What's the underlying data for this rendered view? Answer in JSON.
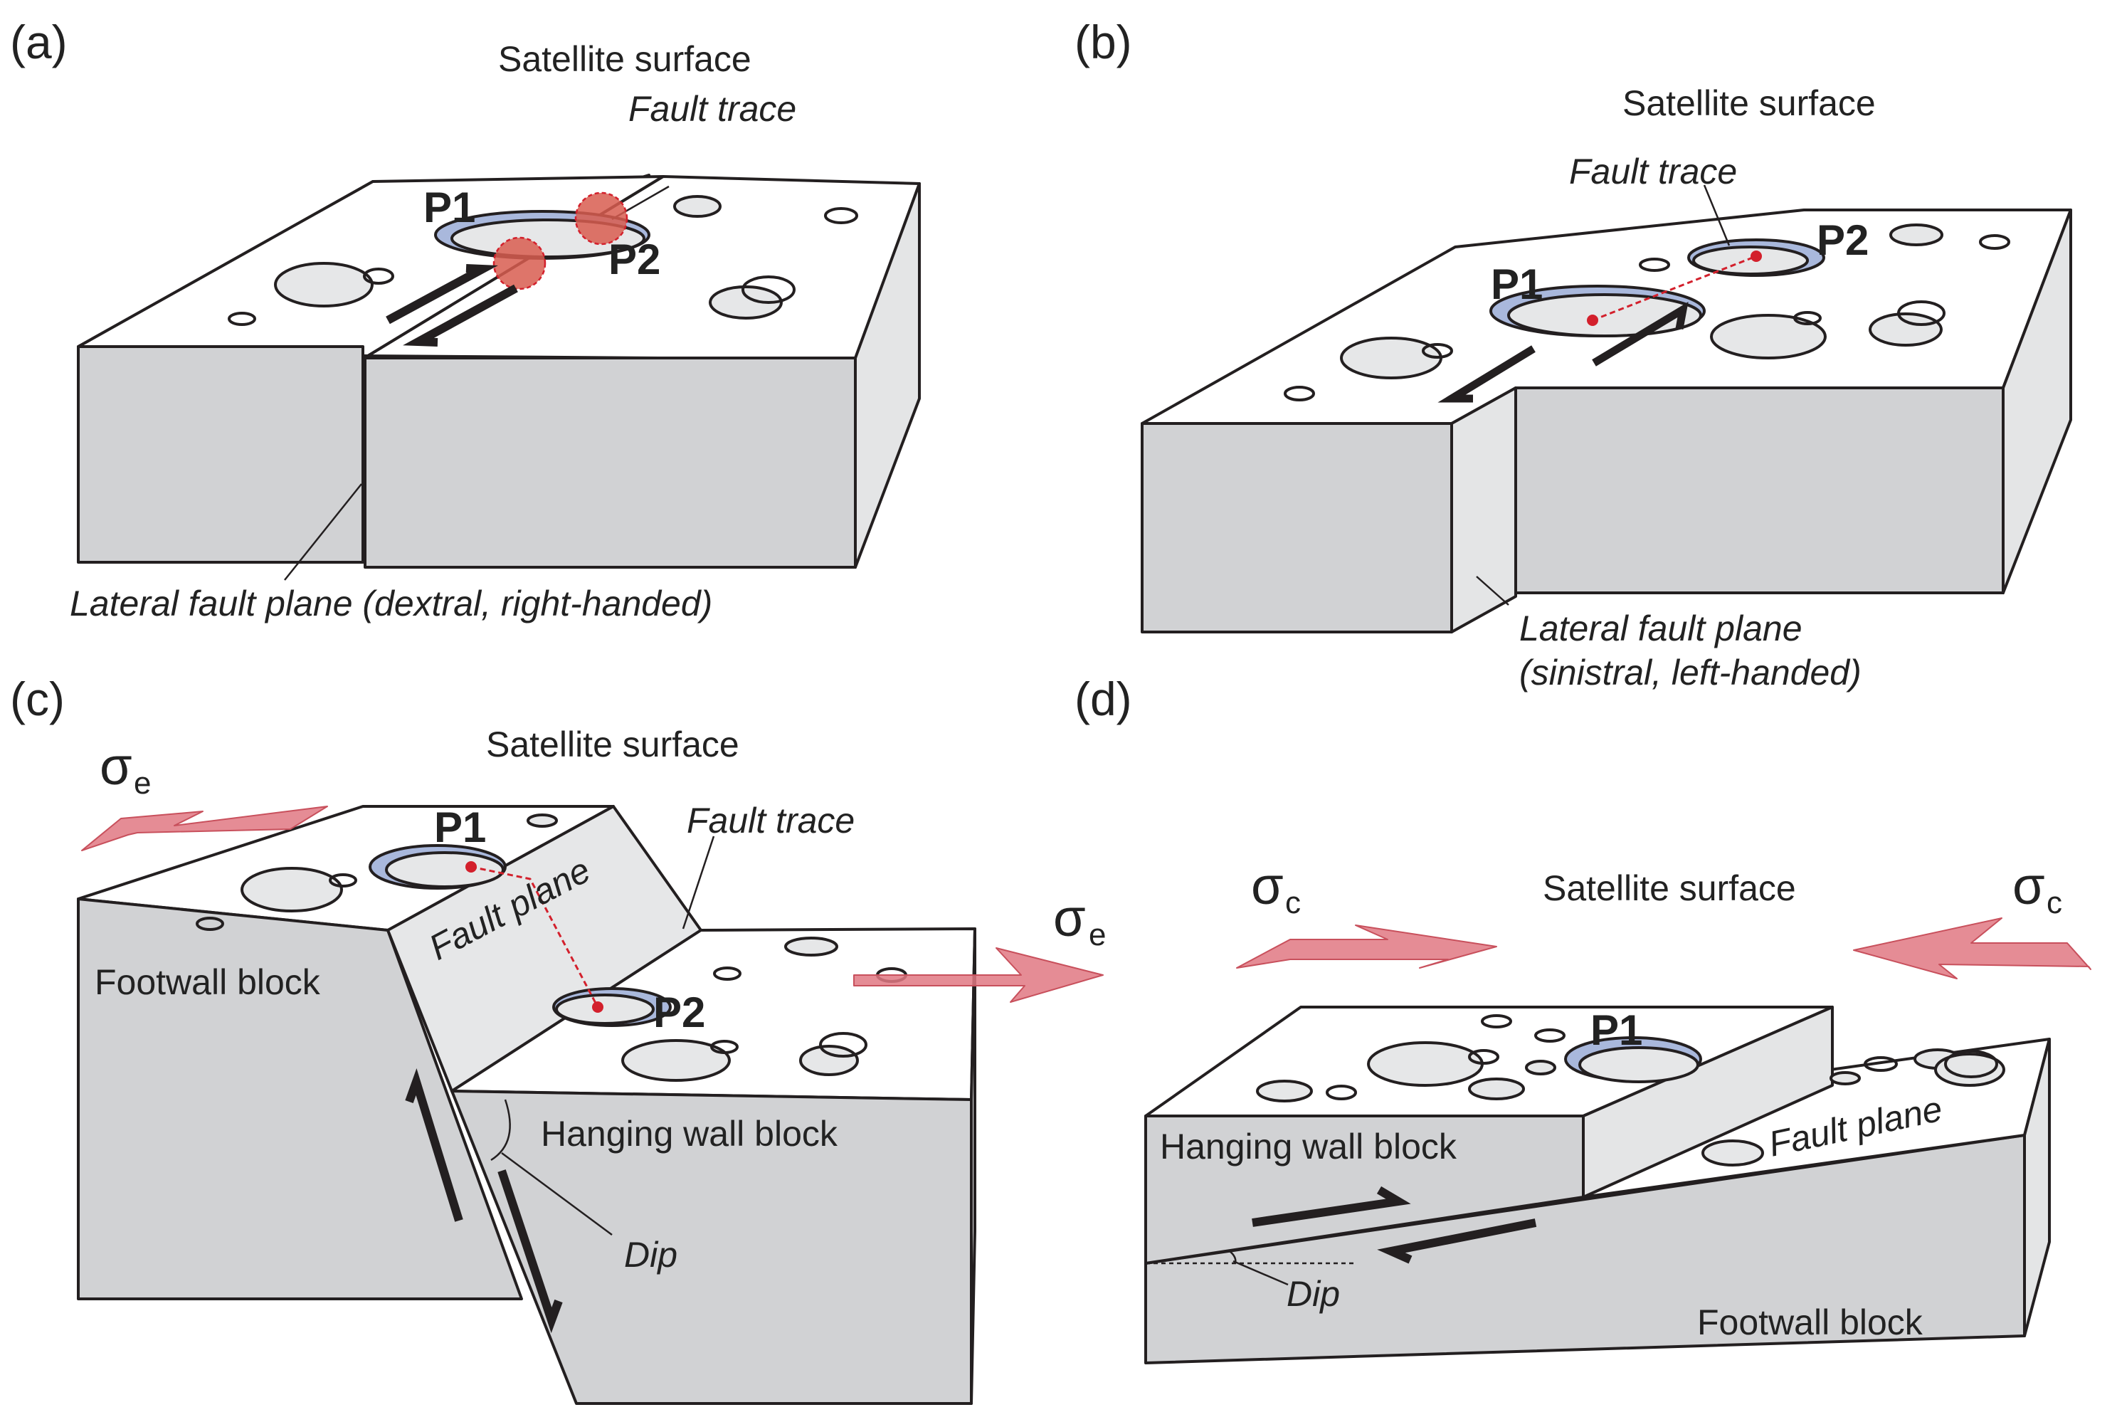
{
  "panels": {
    "a": {
      "tag": "(a)",
      "surface": "Satellite surface",
      "fault_trace": "Fault trace",
      "p1": "P1",
      "p2": "P2",
      "fault_plane": "Lateral fault plane (dextral, right-handed)"
    },
    "b": {
      "tag": "(b)",
      "surface": "Satellite surface",
      "fault_trace": "Fault trace",
      "p1": "P1",
      "p2": "P2",
      "fault_plane_1": "Lateral fault plane",
      "fault_plane_2": "(sinistral, left-handed)"
    },
    "c": {
      "tag": "(c)",
      "surface": "Satellite surface",
      "fault_trace": "Fault trace",
      "fault_plane": "Fault plane",
      "footwall": "Footwall block",
      "hanging_wall": "Hanging wall block",
      "dip": "Dip",
      "p1": "P1",
      "p2": "P2",
      "sigma": "σ",
      "sigma_sub": "e"
    },
    "d": {
      "tag": "(d)",
      "surface": "Satellite surface",
      "fault_plane": "Fault plane",
      "hanging_wall": "Hanging wall block",
      "footwall": "Footwall block",
      "dip": "Dip",
      "p1": "P1",
      "sigma": "σ",
      "sigma_sub": "c"
    }
  },
  "colors": {
    "block_side": "#d1d2d4",
    "block_top": "#ffffff",
    "crater_fill": "#e6e7e8",
    "crater_rim": "#a9b8dc",
    "arrow_red": "#e07882",
    "dot_red": "#d3202c",
    "outline": "#231f20"
  }
}
